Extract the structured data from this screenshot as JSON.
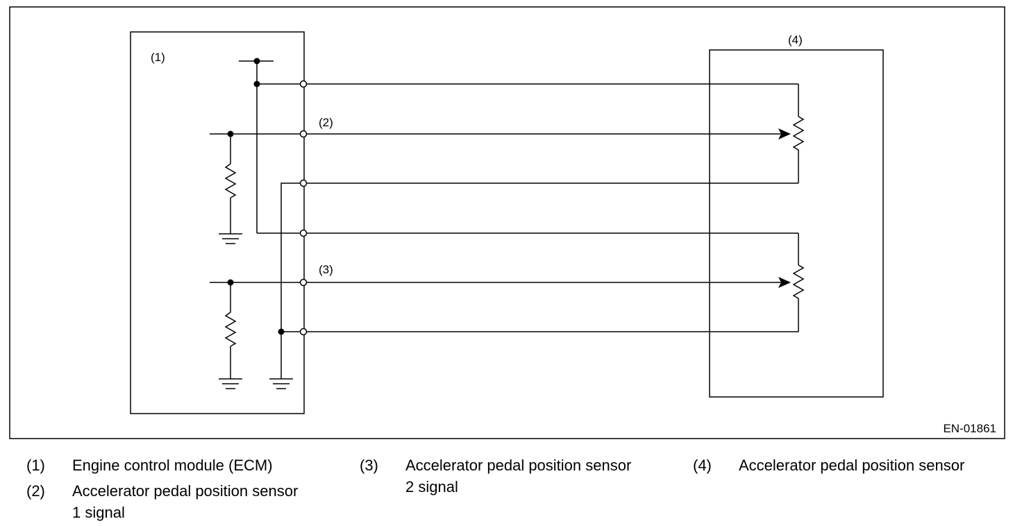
{
  "diagram": {
    "labels": {
      "ecm": "(1)",
      "sensor": "(4)",
      "signal1": "(2)",
      "signal2": "(3)"
    },
    "code": "EN-01861"
  },
  "legend": [
    {
      "num": "(1)",
      "lines": [
        "Engine control module (ECM)"
      ]
    },
    {
      "num": "(2)",
      "lines": [
        "Accelerator pedal position sensor",
        "1 signal"
      ]
    },
    {
      "num": "(3)",
      "lines": [
        "Accelerator pedal position sensor",
        "2 signal"
      ]
    },
    {
      "num": "(4)",
      "lines": [
        "Accelerator pedal position sensor"
      ]
    }
  ]
}
